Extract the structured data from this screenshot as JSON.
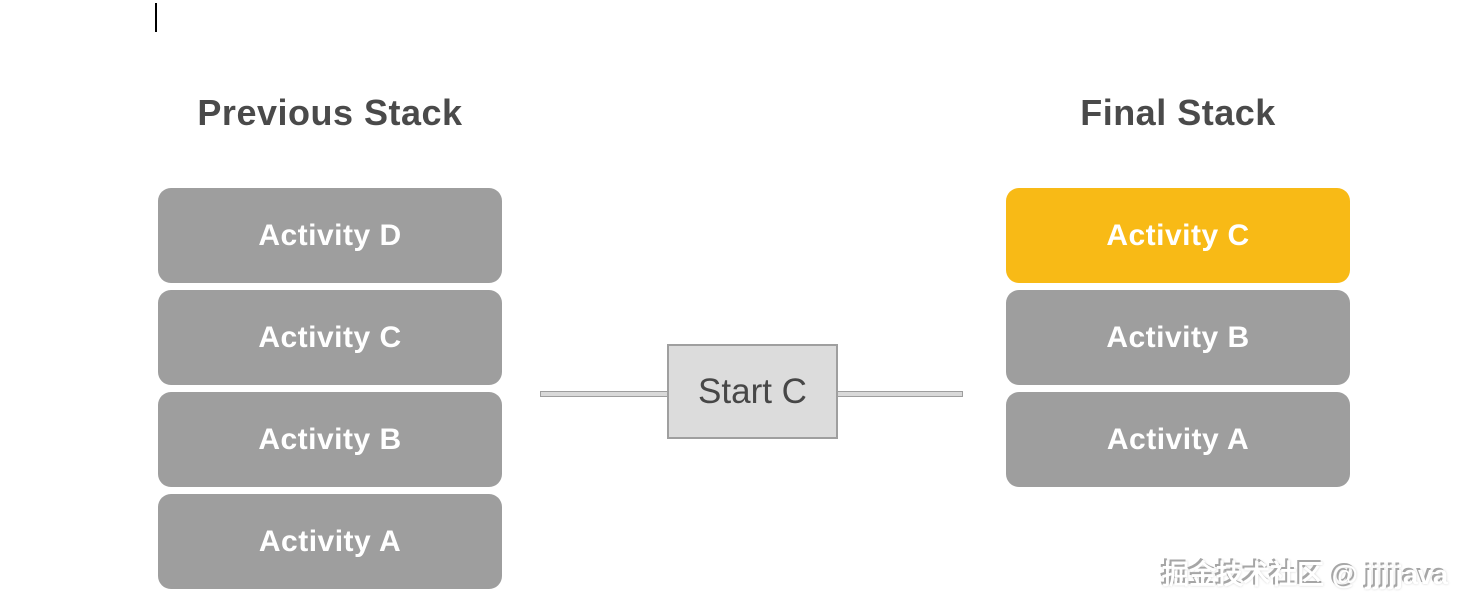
{
  "previous_stack": {
    "title": "Previous Stack",
    "items": [
      {
        "label": "Activity D",
        "highlight": false
      },
      {
        "label": "Activity C",
        "highlight": false
      },
      {
        "label": "Activity B",
        "highlight": false
      },
      {
        "label": "Activity A",
        "highlight": false
      }
    ]
  },
  "final_stack": {
    "title": "Final Stack",
    "items": [
      {
        "label": "Activity C",
        "highlight": true
      },
      {
        "label": "Activity B",
        "highlight": false
      },
      {
        "label": "Activity A",
        "highlight": false
      }
    ]
  },
  "action": {
    "label": "Start C"
  },
  "watermark": {
    "text": "掘金技术社区 @ jjjjjava"
  },
  "colors": {
    "title_text": "#4a4a4a",
    "box_gray": "#9e9e9e",
    "box_highlight": "#f8ba16",
    "activity_text": "#ffffff",
    "action_bg": "#dcdcdc",
    "action_border": "#9f9f9f",
    "action_text": "#474747",
    "connector_fill": "#d9d9d9",
    "connector_border": "#9e9e9e",
    "watermark_text": "#ffffff",
    "watermark_shadow": "#a6a6a6"
  }
}
